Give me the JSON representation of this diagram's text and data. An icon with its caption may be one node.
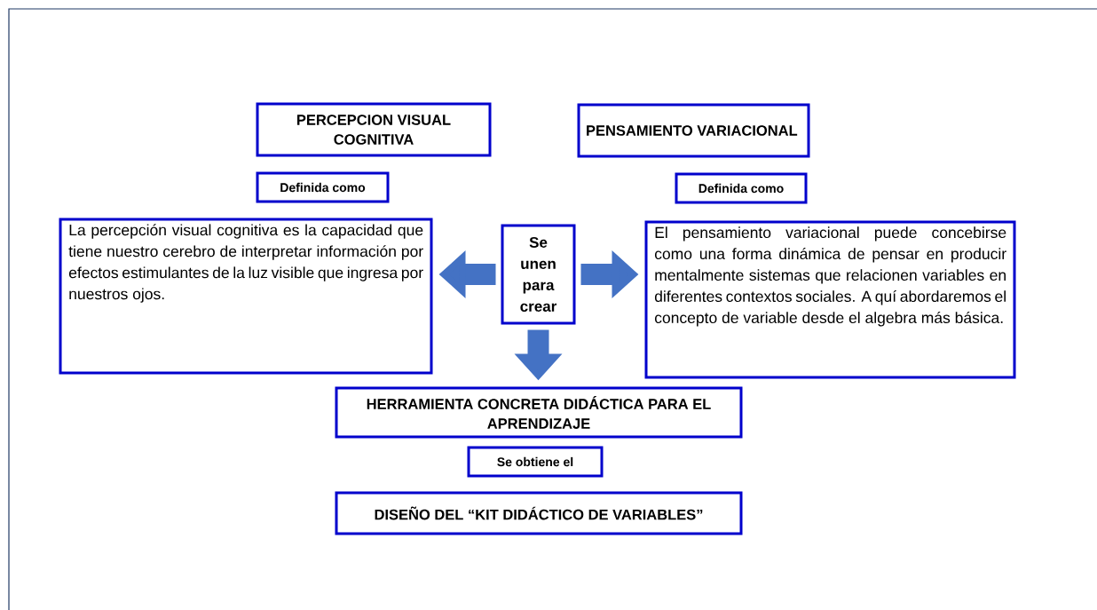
{
  "diagram": {
    "nodes": [
      {
        "text": [
          "PERCEPCION VISUAL COGNITIVA"
        ]
      },
      {
        "text": [
          "PENSAMIENTO VARIACIONAL"
        ]
      },
      {
        "text": [
          "Definida como"
        ]
      },
      {
        "text": [
          "Definida como"
        ]
      },
      {
        "text": [
          "La percepción visual cognitiva es la capacidad que tiene nuestro cerebro de interpretar información por efectos estimulantes de la luz visible que ingresa por nuestros ojos."
        ]
      },
      {
        "text": [
          "Se unen para crear"
        ]
      },
      {
        "text": [
          "El pensamiento variacional puede concebirse como una forma dinámica de pensar en producir mentalmente sistemas que relacionen variables en diferentes contextos sociales. A quí abordaremos el concepto de variable desde el algebra más básica."
        ]
      },
      {
        "text": [
          "HERRAMIENTA CONCRETA DIDÁCTICA PARA EL APRENDIZAJE"
        ]
      },
      {
        "text": [
          "Se obtiene el"
        ]
      },
      {
        "text": [
          "DISEÑO DEL “KIT DIDÁCTICO DE VARIABLES”"
        ]
      }
    ],
    "edges": [
      {
        "from": 5,
        "to": 4,
        "arrow": "to"
      },
      {
        "from": 5,
        "to": 6,
        "arrow": "to"
      },
      {
        "from": 5,
        "to": 7,
        "arrow": "to"
      }
    ]
  }
}
